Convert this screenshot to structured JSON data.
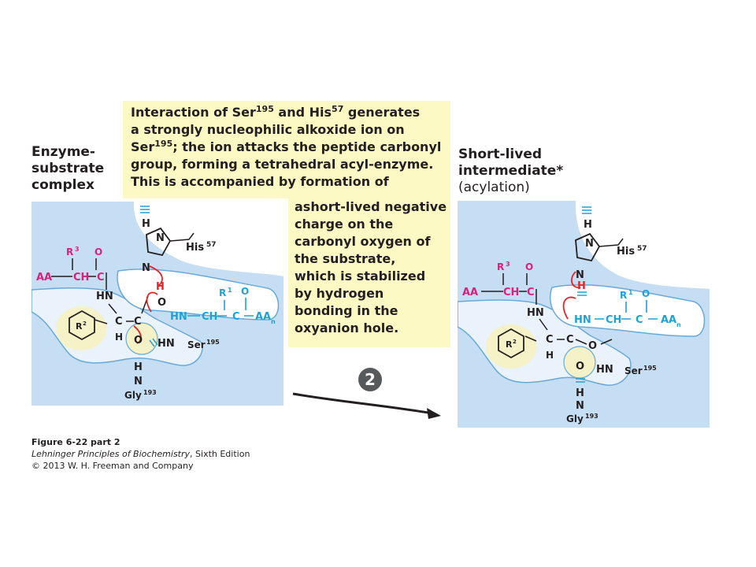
{
  "headings": {
    "left": [
      "Enzyme-",
      "substrate",
      "complex"
    ],
    "right_bold": [
      "Short-lived",
      "intermediate*"
    ],
    "right_normal": "(acylation)"
  },
  "callout": {
    "top_lines": [
      [
        "Interaction of Ser",
        "195",
        " and His",
        "57",
        " generates"
      ],
      [
        "a strongly nucleophilic alkoxide ion on",
        "",
        "",
        "",
        ""
      ],
      [
        "Ser",
        "195",
        "; the ion attacks the peptide carbonyl",
        "",
        ""
      ],
      [
        "group, forming a tetrahedral acyl-enzyme.",
        "",
        "",
        "",
        ""
      ],
      [
        "This is accompanied by formation of",
        "",
        "",
        "",
        ""
      ]
    ],
    "bottom_lines": [
      "ashort-lived negative",
      "charge on the",
      "carbonyl oxygen of",
      "the substrate,",
      "which is stabilized",
      "by hydrogen",
      "bonding in the",
      "oxyanion hole."
    ]
  },
  "step": {
    "number": "2"
  },
  "labels": {
    "his": "His",
    "his_num": "57",
    "ser": "Ser",
    "ser_num": "195",
    "gly": "Gly",
    "gly_num": "193",
    "r1": "R",
    "r1_num": "1",
    "r2": "R",
    "r2_num": "2",
    "r3": "R",
    "r3_num": "3",
    "aa": "AA",
    "aa_sub": "n",
    "ch": "CH",
    "c": "C",
    "o": "O",
    "h": "H",
    "n": "N",
    "hn": "HN"
  },
  "colors": {
    "magenta": "#d6227a",
    "cyan": "#1fa2d4",
    "red": "#e2252b",
    "panel": "#c6def3",
    "pocket": "#f4f2c6",
    "callout": "#fdf9c4"
  },
  "caption": {
    "figure": "Figure 6-22 part 2",
    "book": "Lehninger Principles of Biochemistry",
    "edition": ", Sixth Edition",
    "copyright": "© 2013 W. H. Freeman and Company"
  }
}
